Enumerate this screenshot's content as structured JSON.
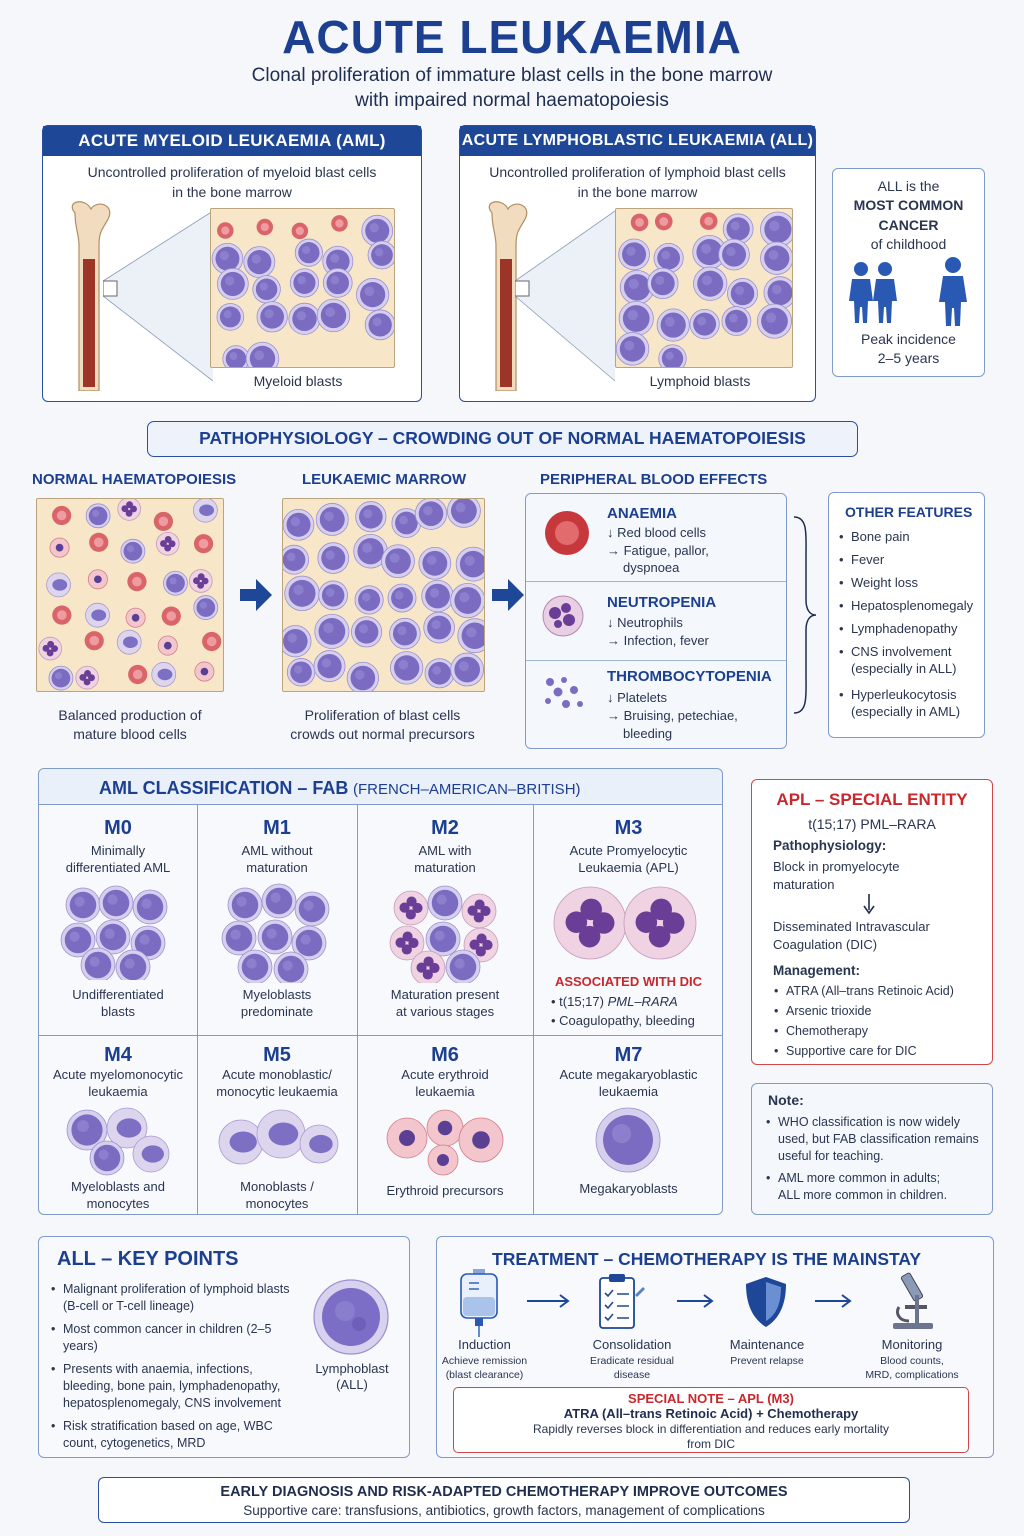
{
  "title": "ACUTE LEUKAEMIA",
  "subtitle_line1": "Clonal proliferation of immature blast cells in the bone marrow",
  "subtitle_line2": "with impaired normal haematopoiesis",
  "aml": {
    "header": "ACUTE MYELOID LEUKAEMIA (AML)",
    "desc1": "Uncontrolled proliferation of myeloid blast cells",
    "desc2": "in the bone marrow",
    "caption": "Myeloid blasts"
  },
  "all": {
    "header": "ACUTE LYMPHOBLASTIC LEUKAEMIA (ALL)",
    "desc1": "Uncontrolled proliferation of lymphoid blast cells",
    "desc2": "in the bone marrow",
    "caption": "Lymphoid blasts"
  },
  "childhood": {
    "line1": "ALL is the",
    "line2": "MOST COMMON",
    "line3": "CANCER",
    "line4": "of childhood",
    "peak1": "Peak incidence",
    "peak2": "2–5 years"
  },
  "patho": {
    "banner": "PATHOPHYSIOLOGY – CROWDING OUT OF NORMAL HAEMATOPOIESIS",
    "normal_title": "NORMAL HAEMATOPOIESIS",
    "normal_cap1": "Balanced production of",
    "normal_cap2": "mature blood cells",
    "leuk_title": "LEUKAEMIC MARROW",
    "leuk_cap1": "Proliferation of blast cells",
    "leuk_cap2": "crowds out normal precursors",
    "peri_title": "PERIPHERAL BLOOD EFFECTS",
    "effects": [
      {
        "name": "ANAEMIA",
        "l1": "↓ Red blood cells",
        "l2": "→ Fatigue, pallor,",
        "l3": "dyspnoea"
      },
      {
        "name": "NEUTROPENIA",
        "l1": "↓ Neutrophils",
        "l2": "→ Infection, fever",
        "l3": ""
      },
      {
        "name": "THROMBOCYTOPENIA",
        "l1": "↓ Platelets",
        "l2": "→ Bruising, petechiae,",
        "l3": "bleeding"
      }
    ],
    "other_title": "OTHER FEATURES",
    "other": [
      "Bone pain",
      "Fever",
      "Weight loss",
      "Hepatosplenomegaly",
      "Lymphadenopathy",
      "CNS involvement (especially in ALL)",
      "Hyperleukocytosis (especially in AML)"
    ]
  },
  "fab": {
    "title": "AML CLASSIFICATION – FAB",
    "title_paren": "(FRENCH–AMERICAN–BRITISH)",
    "row1": [
      {
        "code": "M0",
        "d1": "Minimally",
        "d2": "differentiated AML",
        "c1": "Undifferentiated",
        "c2": "blasts"
      },
      {
        "code": "M1",
        "d1": "AML without",
        "d2": "maturation",
        "c1": "Myeloblasts",
        "c2": "predominate"
      },
      {
        "code": "M2",
        "d1": "AML with",
        "d2": "maturation",
        "c1": "Maturation present",
        "c2": "at various stages"
      },
      {
        "code": "M3",
        "d1": "Acute Promyelocytic",
        "d2": "Leukaemia (APL)",
        "c1": "",
        "c2": ""
      }
    ],
    "m3_assoc": "ASSOCIATED WITH DIC",
    "m3_b1_prefix": "t(15;17) ",
    "m3_b1_gene": "PML–RARA",
    "m3_b2": "Coagulopathy, bleeding",
    "row2": [
      {
        "code": "M4",
        "d1": "Acute myelomonocytic",
        "d2": "leukaemia",
        "c1": "Myeloblasts and",
        "c2": "monocytes"
      },
      {
        "code": "M5",
        "d1": "Acute monoblastic/",
        "d2": "monocytic leukaemia",
        "c1": "Monoblasts /",
        "c2": "monocytes"
      },
      {
        "code": "M6",
        "d1": "Acute erythroid",
        "d2": "leukaemia",
        "c1": "Erythroid precursors",
        "c2": ""
      },
      {
        "code": "M7",
        "d1": "Acute megakaryoblastic",
        "d2": "leukaemia",
        "c1": "Megakaryoblasts",
        "c2": ""
      }
    ]
  },
  "apl": {
    "title": "APL – SPECIAL ENTITY",
    "trans": "t(15;17) PML–RARA",
    "patho_label": "Pathophysiology:",
    "patho1": "Block in promyelocyte",
    "patho2": "maturation",
    "dic1": "Disseminated Intravascular",
    "dic2": "Coagulation (DIC)",
    "mgmt_label": "Management:",
    "mgmt": [
      "ATRA (All–trans Retinoic Acid)",
      "Arsenic trioxide",
      "Chemotherapy",
      "Supportive care for DIC"
    ]
  },
  "note": {
    "label": "Note:",
    "b1": "WHO classification is now widely used, but FAB classification remains useful for teaching.",
    "b2a": "AML more common in adults;",
    "b2b": "ALL more common in children."
  },
  "all_key": {
    "title": "ALL – KEY POINTS",
    "points": [
      "Malignant proliferation of lymphoid blasts (B-cell or T-cell lineage)",
      "Most common cancer in children (2–5 years)",
      "Presents with anaemia, infections, bleeding, bone pain, lymphadenopathy, hepatosplenomegaly, CNS involvement",
      "Risk stratification based on age, WBC count, cytogenetics, MRD"
    ],
    "cell_label1": "Lymphoblast",
    "cell_label2": "(ALL)"
  },
  "treatment": {
    "title": "TREATMENT – CHEMOTHERAPY IS THE MAINSTAY",
    "steps": [
      {
        "name": "Induction",
        "d1": "Achieve remission",
        "d2": "(blast clearance)",
        "icon": "iv-bag-icon"
      },
      {
        "name": "Consolidation",
        "d1": "Eradicate residual",
        "d2": "disease",
        "icon": "clipboard-icon"
      },
      {
        "name": "Maintenance",
        "d1": "Prevent relapse",
        "d2": "",
        "icon": "shield-icon"
      },
      {
        "name": "Monitoring",
        "d1": "Blood counts,",
        "d2": "MRD, complications",
        "icon": "microscope-icon"
      }
    ],
    "apl_title": "SPECIAL NOTE – APL (M3)",
    "apl_line1": "ATRA (All–trans Retinoic Acid) + Chemotherapy",
    "apl_line2": "Rapidly reverses block in differentiation and reduces early mortality",
    "apl_line3": "from DIC"
  },
  "footer": {
    "line1": "EARLY DIAGNOSIS AND RISK-ADAPTED CHEMOTHERAPY IMPROVE OUTCOMES",
    "line2": "Supportive care: transfusions, antibiotics, growth factors, management of complications"
  },
  "colors": {
    "navy": "#1c3f8f",
    "red": "#c8282d",
    "blast": "#7b6cc1",
    "rbc": "#d9646a"
  }
}
